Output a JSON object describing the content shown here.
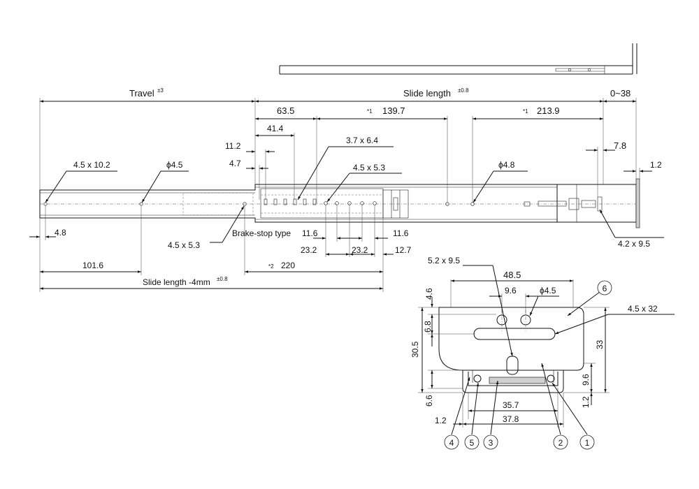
{
  "top_dimensions": {
    "travel": "Travel",
    "travel_tol": "±3",
    "slide_length": "Slide length",
    "slide_length_tol": "±0.8",
    "extension": "0~38",
    "d63_5": "63.5",
    "d41_4": "41.4",
    "d139_7": "139.7",
    "d213_9": "213.9",
    "note1": "*1",
    "d11_2": "11.2",
    "d4_7": "4.7",
    "d3_7x6_4": "3.7 x 6.4",
    "d4_5x5_3_top": "4.5 x 5.3",
    "d7_8": "7.8",
    "d1_2_right": "1.2",
    "d4_5x10_2": "4.5 x 10.2",
    "phi4_5": "ϕ4.5",
    "phi4_8": "ϕ4.8"
  },
  "bottom_dimensions": {
    "d4_8": "4.8",
    "d4_5x5_3_bottom": "4.5 x 5.3",
    "brake_stop": "Brake-stop type",
    "d11_6_left": "11.6",
    "d11_6_right": "11.6",
    "d23_2_left": "23.2",
    "d23_2_right": "23.2",
    "d12_7": "12.7",
    "d4_2x9_5": "4.2 x 9.5",
    "d101_6": "101.6",
    "note2": "*2",
    "d220": "220",
    "slide_length_minus": "Slide length -4mm",
    "slide_length_minus_tol": "±0.8"
  },
  "cross_section": {
    "d5_2x9_5": "5.2 x 9.5",
    "d48_5": "48.5",
    "d9_6_top": "9.6",
    "phi4_5": "ϕ4.5",
    "d4_5x32": "4.5 x 32",
    "d4_6": "4.6",
    "d6_8": "6.8",
    "d30_5": "30.5",
    "d33": "33",
    "d9_6_side": "9.6",
    "d6_6": "6.6",
    "d1_2_side": "1.2",
    "d35_7": "35.7",
    "d1_2_bottom": "1.2",
    "d37_8": "37.8",
    "balloons": [
      "4",
      "5",
      "3",
      "2",
      "1",
      "6"
    ]
  }
}
